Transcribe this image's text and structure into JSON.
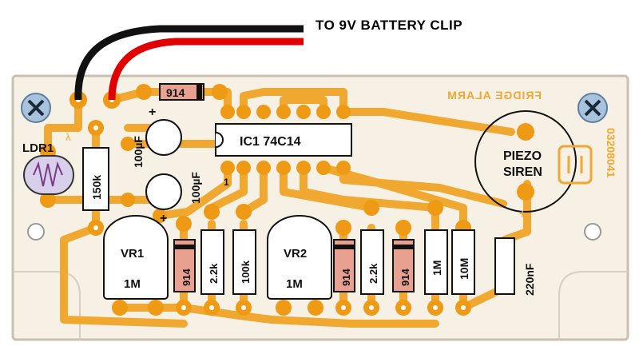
{
  "header": {
    "battery_label": "TO 9V BATTERY CLIP"
  },
  "board": {
    "title_mirrored": "FRIDGE ALARM",
    "code_rotated": "03208041",
    "colors": {
      "board": "#f7f0e4",
      "track": "#f0a830",
      "pad": "#ef9a14",
      "hole": "#ffffff",
      "red_wire": "#e00000",
      "black_wire": "#111111",
      "diode_body": "#e8a090",
      "screw": "#a9c3dc"
    }
  },
  "components": {
    "ldr": "LDR1",
    "lambda": "λ",
    "r150k": "150k",
    "c1": "100µF",
    "c2": "100µF",
    "plus1": "+",
    "plus2": "+",
    "ic": "IC1  74C14",
    "ic_pin1": "1",
    "diode_top": "914",
    "vr1_name": "VR1",
    "vr1_val": "1M",
    "d1": "914",
    "r2k2_1": "2.2k",
    "r100k": "100k",
    "vr2_name": "VR2",
    "vr2_val": "1M",
    "d2": "914",
    "r2k2_2": "2.2k",
    "d3": "914",
    "r1m": "1M",
    "r10m": "10M",
    "c220n": "220nF",
    "piezo_line1": "PIEZO",
    "piezo_line2": "SIREN",
    "piezo_plus": "+"
  }
}
